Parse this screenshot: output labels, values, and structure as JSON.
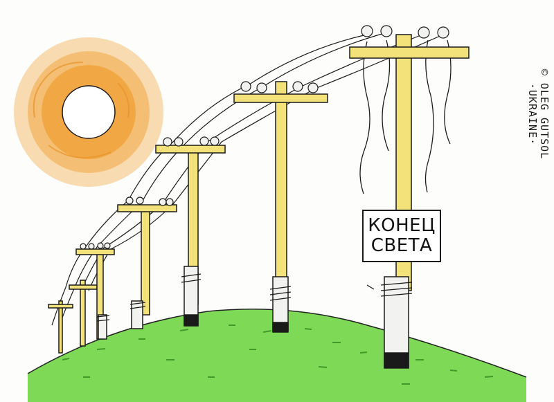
{
  "sign": {
    "line1": "КОНЕЦ",
    "line2": "СВЕТА"
  },
  "credit": {
    "line1": "© OLEG GUTSOL",
    "line2": "·UKRAINE·"
  },
  "colors": {
    "sun_outer": "#f4c68a",
    "sun_ring": "#f0a33c",
    "pole_wood": "#f3e27a",
    "pole_outline": "#222222",
    "hill_grass": "#7ed957",
    "hill_dark": "#5cc23a",
    "concrete_base": "#f2f2f0",
    "sign_background": "#ffffff"
  }
}
